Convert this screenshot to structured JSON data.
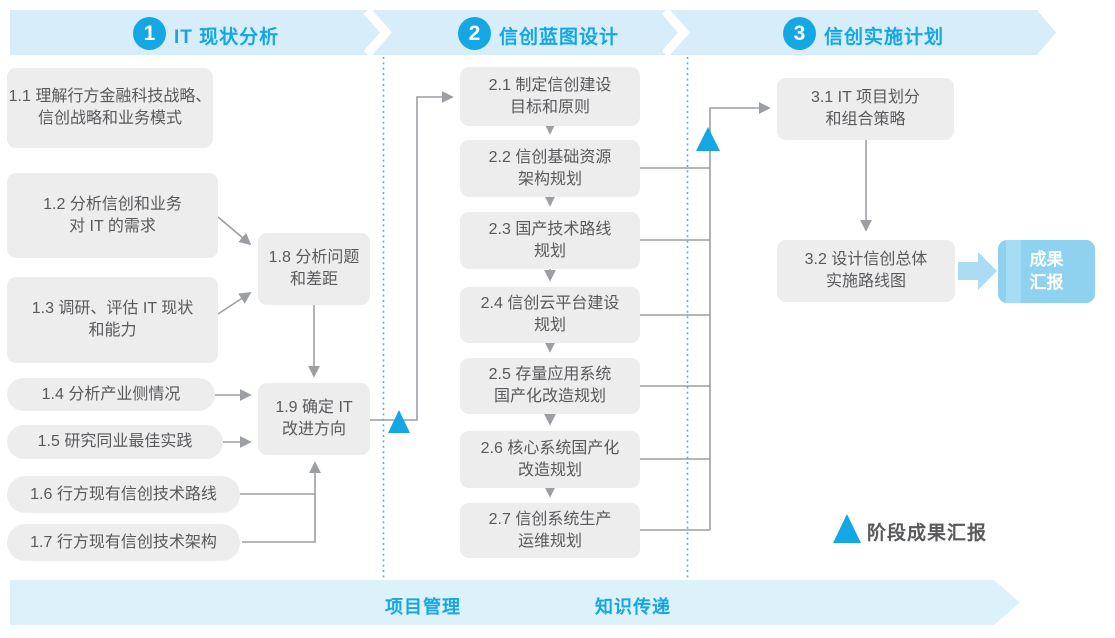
{
  "title": "信创规划流程图",
  "header": {
    "phases": [
      {
        "number": "1",
        "title": "IT 现状分析"
      },
      {
        "number": "2",
        "title": "信创蓝图设计"
      },
      {
        "number": "3",
        "title": "信创实施计划"
      }
    ]
  },
  "phase1": {
    "boxes": [
      {
        "id": "1.1",
        "label": "1.1 理解行方金融科技战略、\n信创战略和业务模式"
      },
      {
        "id": "1.2",
        "label": "1.2 分析信创和业务\n对 IT 的需求"
      },
      {
        "id": "1.3",
        "label": "1.3 调研、评估 IT 现状\n和能力"
      },
      {
        "id": "1.4",
        "label": "1.4 分析产业侧情况"
      },
      {
        "id": "1.5",
        "label": "1.5 研究同业最佳实践"
      },
      {
        "id": "1.6",
        "label": "1.6 行方现有信创技术路线"
      },
      {
        "id": "1.7",
        "label": "1.7 行方现有信创技术架构"
      },
      {
        "id": "1.8",
        "label": "1.8 分析问题\n和差距"
      },
      {
        "id": "1.9",
        "label": "1.9 确定 IT\n改进方向"
      }
    ]
  },
  "phase2": {
    "boxes": [
      {
        "id": "2.1",
        "label": "2.1 制定信创建设\n目标和原则"
      },
      {
        "id": "2.2",
        "label": "2.2 信创基础资源\n架构规划"
      },
      {
        "id": "2.3",
        "label": "2.3 国产技术路线\n规划"
      },
      {
        "id": "2.4",
        "label": "2.4 信创云平台建设\n规划"
      },
      {
        "id": "2.5",
        "label": "2.5 存量应用系统\n国产化改造规划"
      },
      {
        "id": "2.6",
        "label": "2.6 核心系统国产化\n改造规划"
      },
      {
        "id": "2.7",
        "label": "2.7 信创系统生产\n运维规划"
      }
    ]
  },
  "phase3": {
    "boxes": [
      {
        "id": "3.1",
        "label": "3.1 IT 项目划分\n和组合策略"
      },
      {
        "id": "3.2",
        "label": "3.2 设计信创总体\n实施路线图"
      }
    ],
    "deliverable": "成果\n汇报"
  },
  "legend": {
    "label": "阶段成果汇报"
  },
  "footer": {
    "items": [
      {
        "label": "项目管理"
      },
      {
        "label": "知识传递"
      }
    ]
  },
  "colors": {
    "accent_blue": "#14a7e4",
    "banner_bg": "#d7edfa",
    "footer_bg": "#ddf1fb",
    "box_bg": "#ededee",
    "box_text": "#58595b",
    "connector_gray": "#9b9ea3",
    "deliverable_bg": "#8ed2f0",
    "deliverable_stripe": "#a5ddf5",
    "thick_arrow": "#abdcf4",
    "dotted_line": "#45b5e8"
  }
}
